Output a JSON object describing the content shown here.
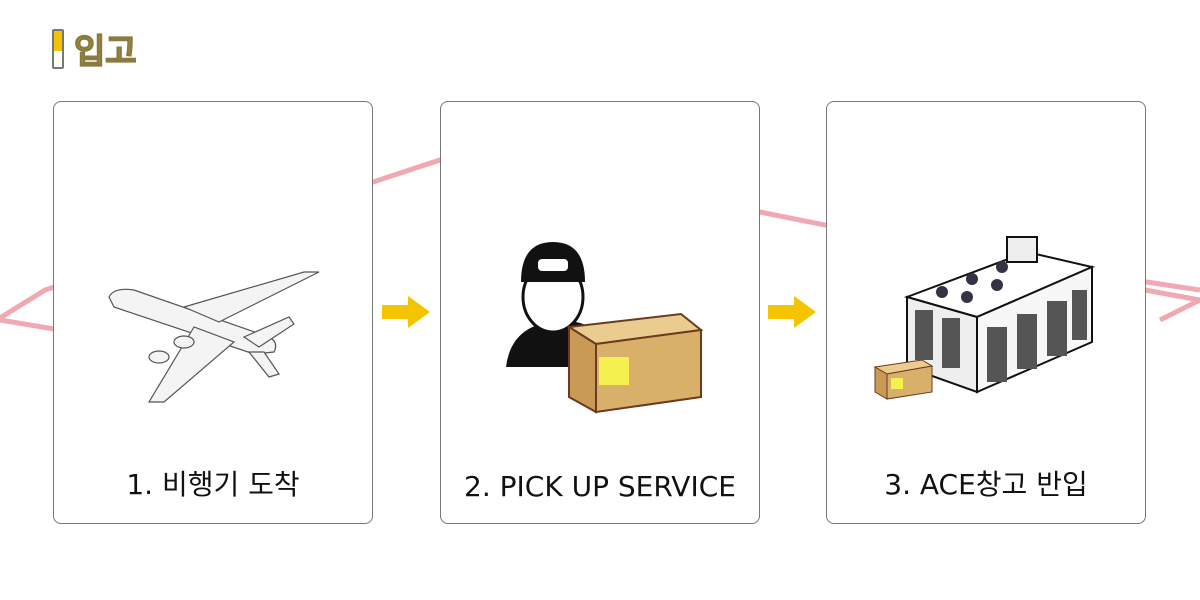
{
  "section_title": "입고",
  "steps": [
    {
      "label": "1. 비행기 도착",
      "icon": "airplane-icon"
    },
    {
      "label": "2. PICK UP SERVICE",
      "icon": "delivery-worker-icon"
    },
    {
      "label": "3. ACE창고 반입",
      "icon": "warehouse-icon"
    }
  ],
  "colors": {
    "accent": "#f5c400",
    "route": "#e8909c"
  }
}
